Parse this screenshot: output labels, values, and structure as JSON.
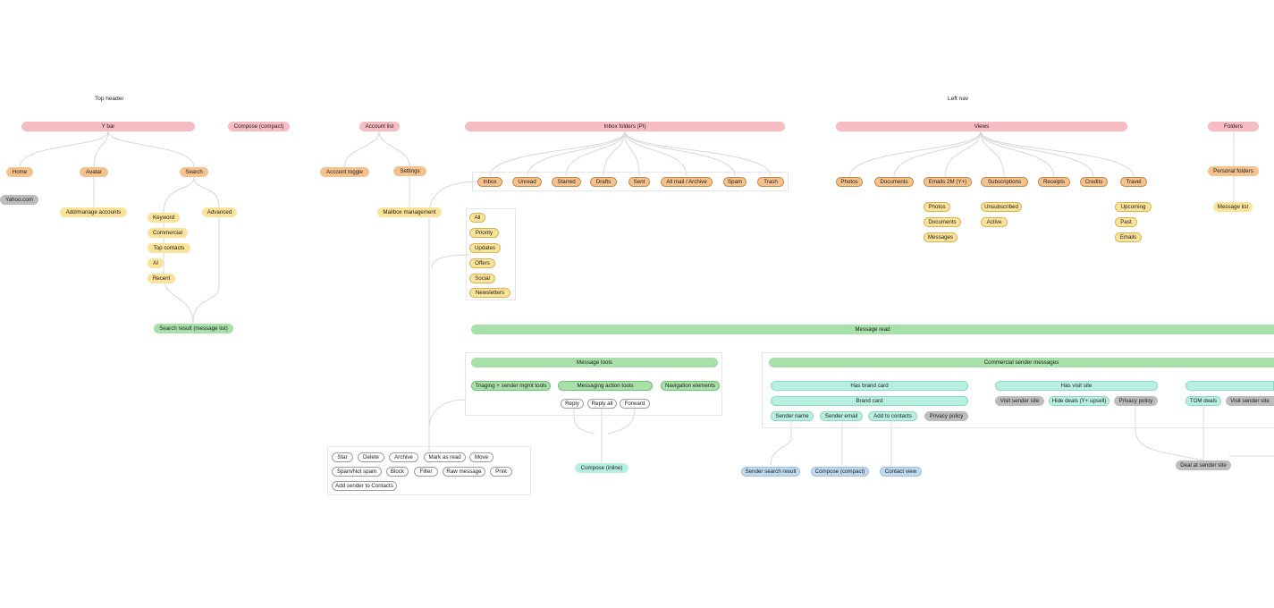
{
  "headings": {
    "top_header": "Top header",
    "left_nav": "Left nav"
  },
  "top_header": {
    "ybar": "Y bar",
    "compose_compact": "Compose (compact)",
    "account_list": "Account list",
    "home": "Home",
    "avatar": "Avatar",
    "search": "Search",
    "yahoo_com": "Yahoo.com",
    "add_manage_accounts": "Add/manage accounts",
    "search_keyword": "Keyword",
    "search_commercial": "Commercial",
    "search_top_contacts": "Top contacts",
    "search_ai": "AI",
    "search_recent": "Recent",
    "search_advanced": "Advanced",
    "search_result": "Search result (message list)",
    "account_toggle": "Account toggle",
    "settings": "Settings",
    "mailbox_management": "Mailbox management"
  },
  "left_nav": {
    "inbox_folders": "Inbox folders (PI)",
    "folders": [
      "Inbox",
      "Unread",
      "Starred",
      "Drafts",
      "Sent",
      "All mail / Archive",
      "Spam",
      "Trash"
    ],
    "inbox_filters": [
      "All",
      "Priority",
      "Updates",
      "Offers",
      "Social",
      "Newsletters"
    ],
    "views": "Views",
    "view_items": [
      "Photos",
      "Documents",
      "Emails 2M (Y+)",
      "Subscriptions",
      "Receipts",
      "Credits",
      "Travel"
    ],
    "emails2m_sub": [
      "Photos",
      "Documents",
      "Messages"
    ],
    "subscriptions_sub": [
      "Unsubscribed",
      "Active"
    ],
    "travel_sub": [
      "Upcoming",
      "Past",
      "Emails"
    ],
    "folders_root": "Folders",
    "personal_folders": "Personal folders",
    "message_list": "Message list"
  },
  "message_read": {
    "title": "Message read",
    "message_tools": "Message tools",
    "triaging": "Triaging + sender mgmt tools",
    "messaging_action_tools": "Messaging action tools",
    "navigation_elements": "Navigation elements",
    "reply": "Reply",
    "reply_all": "Reply all",
    "forward": "Forward",
    "compose_inline": "Compose (inline)",
    "triage_row1": [
      "Star",
      "Delete",
      "Archive",
      "Mark as read",
      "Move"
    ],
    "triage_row2": [
      "Spam/Not spam",
      "Block",
      "Filter",
      "Raw message",
      "Print"
    ],
    "triage_row3": [
      "Add sender to Contacts"
    ],
    "commercial_sender_messages": "Commercial sender messages",
    "has_brand_card": "Has brand card",
    "brand_card": "Brand card",
    "sender_name": "Sender name",
    "sender_email": "Sender email",
    "add_to_contacts": "Add to contacts",
    "privacy_policy": "Privacy policy",
    "has_visit_site": "Has visit site",
    "visit_sender_site": "Visit sender site",
    "hide_deals": "Hide deals (Y+ upsell)",
    "privacy_policy_2": "Privacy policy",
    "tom_deals": "TOM deals",
    "visit_sender_site_2": "Visit sender site",
    "sender_search_result": "Sender search result",
    "compose_compact_2": "Compose (compact)",
    "contact_view": "Contact view",
    "deal_at_sender_site": "Deal at sender site"
  },
  "colors": {
    "pink": "#f7bcc2",
    "orange": "#f5c28d",
    "yellow": "#fbe39a",
    "gray": "#bdbdbd",
    "green": "#a8e0a9",
    "mint": "#b7f0df",
    "blue": "#bfd9f0"
  }
}
